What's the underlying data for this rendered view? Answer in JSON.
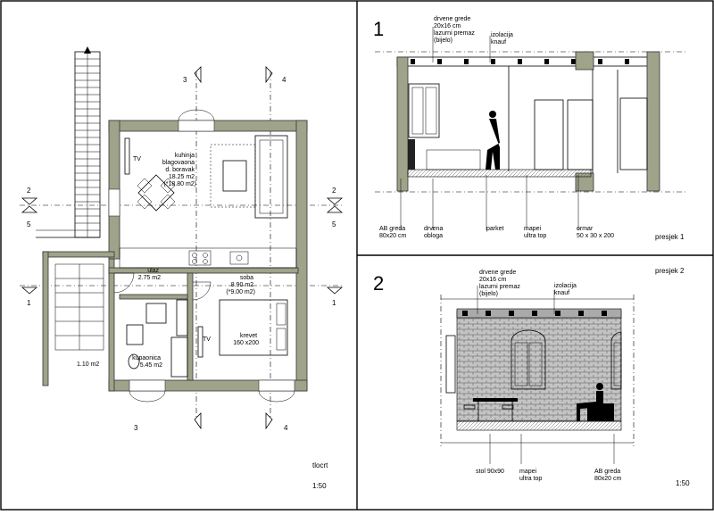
{
  "plan": {
    "title": "tlocrt",
    "scale": "1:50",
    "markers": {
      "s3": "3",
      "s4": "4",
      "s2": "2",
      "s5": "5",
      "s1": "1"
    },
    "rooms": {
      "kitchen": [
        "kuhinja",
        "blagovaona",
        "d. boravak",
        "18.25 m2",
        "(*18.80 m2)"
      ],
      "entry": [
        "ulaz",
        "2.75 m2"
      ],
      "room": [
        "soba",
        "8.90 m2",
        "(*9.00 m2)"
      ],
      "bed": [
        "krevet",
        "160 x200"
      ],
      "bath": [
        "kupaonica",
        "5.45 m2"
      ],
      "stair": "1.10 m2",
      "tv1": "TV",
      "tv2": "TV"
    }
  },
  "section1": {
    "number": "1",
    "title": "presjek 1",
    "top_label": [
      "drvene grede",
      "20x16 cm",
      "lazurni premaz",
      "(bijelo)"
    ],
    "insulation": [
      "izolacija",
      "knauf"
    ],
    "bottom_labels": [
      [
        "AB greda",
        "80x20 cm"
      ],
      [
        "drvena",
        "obloga"
      ],
      [
        "parket"
      ],
      [
        "mapei",
        "ultra top"
      ],
      [
        "ormar",
        "50 x 30 x 200"
      ]
    ]
  },
  "section2": {
    "number": "2",
    "title": "presjek 2",
    "scale": "1:50",
    "top_label": [
      "drvene grede",
      "20x16 cm",
      "lazurni premaz",
      "(bijelo)"
    ],
    "insulation": [
      "izolacija",
      "knauf"
    ],
    "bottom_labels": [
      [
        "stol 90x90"
      ],
      [
        "mapei",
        "ultra top"
      ],
      [
        "AB greda",
        "80x20 cm"
      ]
    ]
  },
  "colors": {
    "wall": "#9fa38a",
    "brick": "#bdbdbd"
  }
}
